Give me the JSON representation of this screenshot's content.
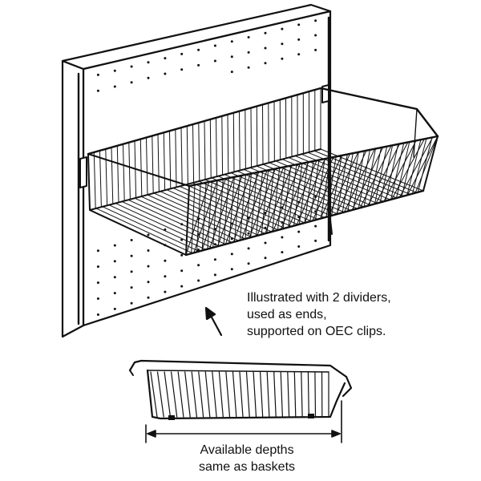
{
  "captions": {
    "main": {
      "line1": "Illustrated with 2 dividers,",
      "line2": "used as ends,",
      "line3": "supported on OEC clips."
    },
    "depths": {
      "line1": "Available depths",
      "line2": "same as baskets"
    }
  },
  "colors": {
    "ink": "#111111",
    "paper": "#ffffff"
  }
}
